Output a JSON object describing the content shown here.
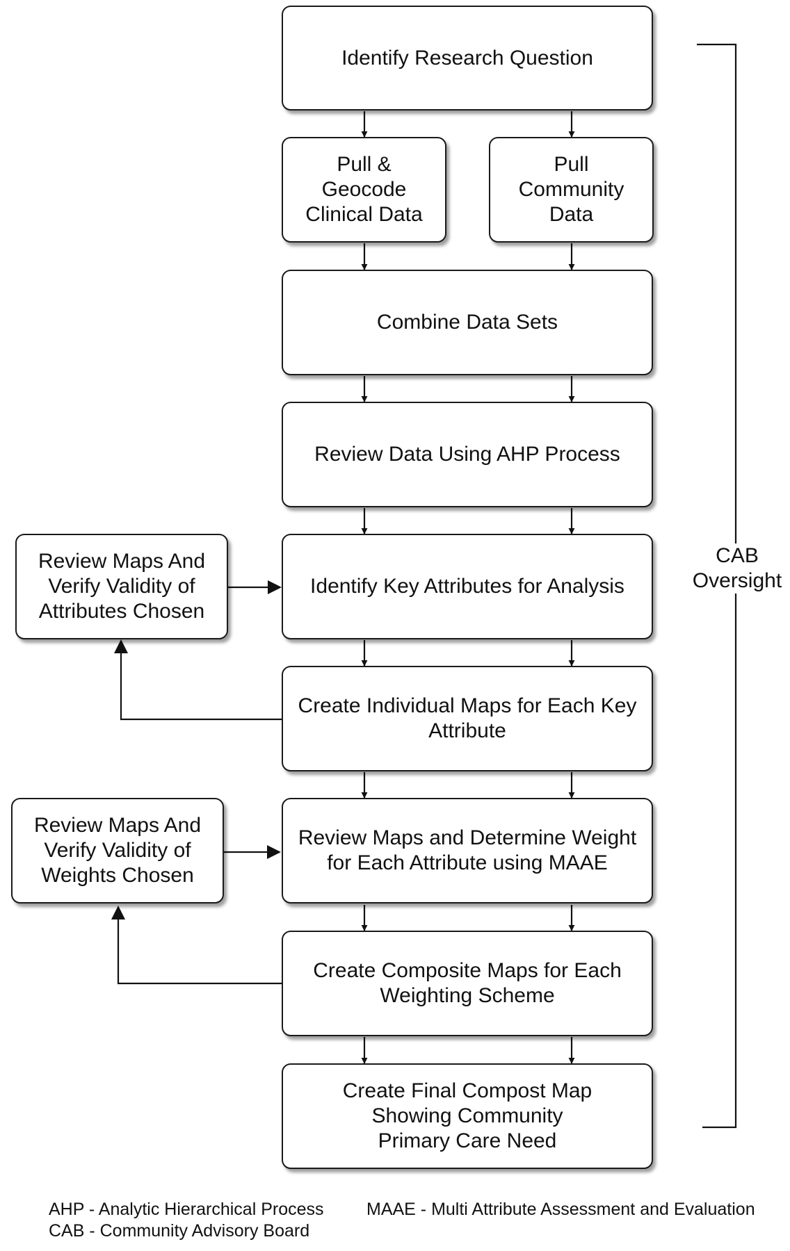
{
  "diagram": {
    "main_steps": [
      "Identify Research Question",
      "Combine Data Sets",
      "Review Data Using AHP Process",
      "Identify Key Attributes for Analysis",
      "Create Individual Maps for Each Key Attribute",
      "Review Maps and Determine Weight for Each Attribute using MAAE",
      "Create Composite Maps for Each Weighting Scheme",
      "Create Final Compost Map Showing Community Primary Care Need"
    ],
    "data_pulls": {
      "clinical": "Pull & Geocode Clinical Data",
      "community": "Pull Community Data"
    },
    "side_reviews": {
      "attributes": "Review Maps And Verify Validity of Attributes Chosen",
      "weights": "Review Maps And Verify Validity of Weights Chosen"
    },
    "oversight_label": "CAB Oversight"
  },
  "legend": {
    "ahp": "AHP - Analytic Hierarchical Process",
    "maae": "MAAE - Multi Attribute Assessment and Evaluation",
    "cab": "CAB - Community Advisory Board"
  }
}
